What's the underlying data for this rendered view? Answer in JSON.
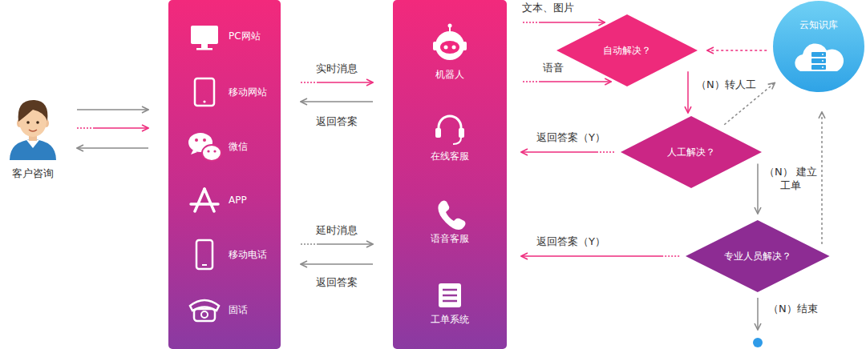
{
  "diagram": {
    "nodes": [
      {
        "text": [
          "客户咨询"
        ]
      },
      {
        "text": [
          "PC网站",
          "移动网站",
          "微信",
          "APP",
          "移动电话",
          "固话"
        ]
      },
      {
        "text": [
          "机器人",
          "在线客服",
          "语音客服",
          "工单系统"
        ]
      },
      {
        "text": [
          "自动解决？"
        ]
      },
      {
        "text": [
          "人工解决？"
        ]
      },
      {
        "text": [
          "专业人员解决？"
        ]
      },
      {
        "text": [
          "云知识库"
        ]
      }
    ],
    "edges": [
      {
        "from": 0,
        "to": 1,
        "arrow": "to"
      },
      {
        "from": 0,
        "to": 1,
        "arrow": "to"
      },
      {
        "from": 1,
        "to": 0,
        "arrow": "to"
      },
      {
        "from": 1,
        "to": 2,
        "label": "实时消息",
        "arrow": "to"
      },
      {
        "from": 2,
        "to": 1,
        "label": "返回答案",
        "arrow": "to"
      },
      {
        "from": 1,
        "to": 2,
        "label": "延时消息",
        "arrow": "to"
      },
      {
        "from": 2,
        "to": 1,
        "label": "返回答案",
        "arrow": "to"
      },
      {
        "from": 2,
        "to": 3,
        "label": "文本、图片",
        "arrow": "to"
      },
      {
        "from": 2,
        "to": 3,
        "label": "语音",
        "arrow": "to"
      },
      {
        "from": 6,
        "to": 3,
        "arrow": "to"
      },
      {
        "from": 3,
        "to": 4,
        "label": "（N）转人工",
        "arrow": "to"
      },
      {
        "from": 4,
        "to": 2,
        "label": "返回答案（Y）",
        "arrow": "to"
      },
      {
        "from": 4,
        "to": 6,
        "arrow": "to"
      },
      {
        "from": 4,
        "to": 5,
        "label": "（N） 建立工单",
        "arrow": "to"
      },
      {
        "from": 5,
        "to": 2,
        "label": "返回答案（Y）",
        "arrow": "to"
      },
      {
        "from": 5,
        "to": 6,
        "arrow": "to"
      }
    ],
    "labels": [
      "（N）结束"
    ]
  }
}
